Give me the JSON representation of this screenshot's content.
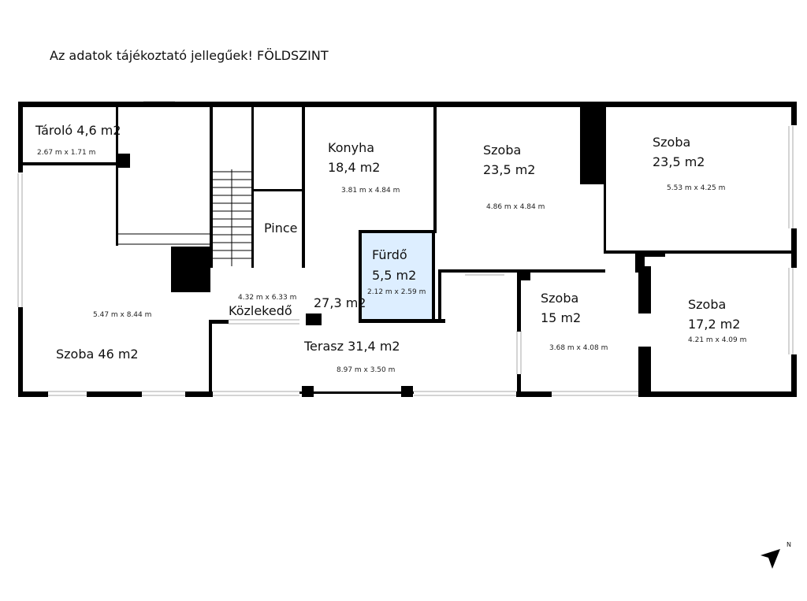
{
  "header": {
    "title": "Az adatok tájékoztató jellegűek!  FÖLDSZINT"
  },
  "rooms": {
    "taroló": {
      "name": "Tároló 4,6 m2",
      "dims": "2.67 m x 1.71 m"
    },
    "konyha": {
      "name_line1": "Konyha",
      "name_line2": "18,4 m2",
      "dims": "3.81 m x 4.84 m"
    },
    "szoba1": {
      "name_line1": "Szoba",
      "name_line2": "23,5 m2",
      "dims": "4.86 m x 4.84 m"
    },
    "szoba2": {
      "name_line1": "Szoba",
      "name_line2": "23,5 m2",
      "dims": "5.53 m x 4.25 m"
    },
    "pince": {
      "name": "Pince"
    },
    "furdo": {
      "name_line1": "Fürdő",
      "name_line2": "5,5 m2",
      "dims": "2.12 m x 2.59 m"
    },
    "kozleked": {
      "area": "27,3 m2",
      "name": "Közlekedő",
      "dims": "4.32 m x 6.33 m"
    },
    "szoba46": {
      "name": "Szoba 46 m2",
      "dims": "5.47 m x 8.44 m"
    },
    "terasz": {
      "name": "Terasz 31,4 m2",
      "dims": "8.97 m x 3.50 m"
    },
    "szoba15": {
      "name_line1": "Szoba",
      "name_line2": "15 m2",
      "dims": "3.68 m x 4.08 m"
    },
    "szoba17": {
      "name_line1": "Szoba",
      "name_line2": "17,2 m2",
      "dims": "4.21 m x 4.09 m"
    }
  },
  "compass": {
    "label": "N",
    "icon": "north-arrow-icon"
  },
  "colors": {
    "wall": "#000000",
    "bath_fill": "#ddeeff",
    "window": "#bbbbbb"
  }
}
